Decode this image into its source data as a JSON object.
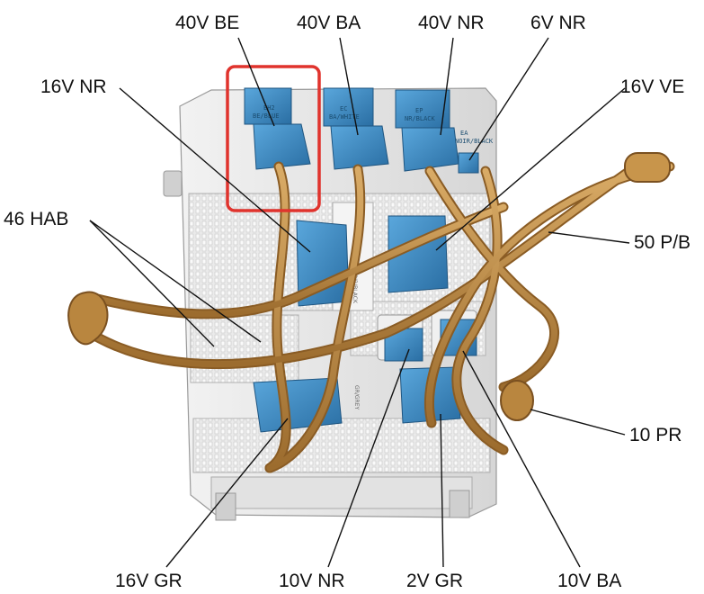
{
  "labels": {
    "v40_be": "40V BE",
    "v40_ba": "40V BA",
    "v40_nr": "40V NR",
    "v6_nr": "6V NR",
    "v16_nr": "16V NR",
    "v16_ve": "16V VE",
    "hab46": "46 HAB",
    "pb50": "50 P/B",
    "pr10": "10 PR",
    "v16_gr": "16V GR",
    "v10_nr": "10V NR",
    "v2_gr": "2V GR",
    "v10_ba": "10V BA"
  },
  "connector_markings": {
    "c1_line1": "EH2",
    "c1_line2": "BE/BLUE",
    "c2_line1": "EC",
    "c2_line2": "BA/WHITE",
    "c3_line1": "EP",
    "c3_line2": "NR/BLACK",
    "c4_line1": "EA",
    "c4_line2": "NOIR/BLACK",
    "mid_line1": "NOIR/BLACK",
    "low_line1": "GR/GREY"
  },
  "colors": {
    "highlight": "#e0332d",
    "connector": "#3a86c0",
    "harness": "#c8954b",
    "box": "#e4e4e4"
  }
}
